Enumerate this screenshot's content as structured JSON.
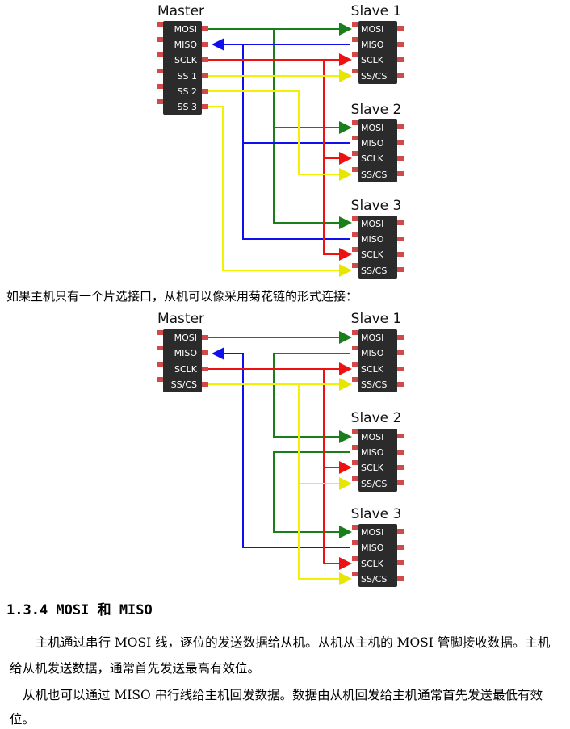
{
  "diagram1": {
    "master_title": "Master",
    "master_pins": [
      "MOSI",
      "MISO",
      "SCLK",
      "SS 1",
      "SS 2",
      "SS 3"
    ],
    "slaves": [
      {
        "title": "Slave 1",
        "pins": [
          "MOSI",
          "MISO",
          "SCLK",
          "SS/CS"
        ]
      },
      {
        "title": "Slave 2",
        "pins": [
          "MOSI",
          "MISO",
          "SCLK",
          "SS/CS"
        ]
      },
      {
        "title": "Slave 3",
        "pins": [
          "MOSI",
          "MISO",
          "SCLK",
          "SS/CS"
        ]
      }
    ]
  },
  "caption": "如果主机只有一个片选接口，从机可以像采用菊花链的形式连接：",
  "diagram2": {
    "master_title": "Master",
    "master_pins": [
      "MOSI",
      "MISO",
      "SCLK",
      "SS/CS"
    ],
    "slaves": [
      {
        "title": "Slave 1",
        "pins": [
          "MOSI",
          "MISO",
          "SCLK",
          "SS/CS"
        ]
      },
      {
        "title": "Slave 2",
        "pins": [
          "MOSI",
          "MISO",
          "SCLK",
          "SS/CS"
        ]
      },
      {
        "title": "Slave 3",
        "pins": [
          "MOSI",
          "MISO",
          "SCLK",
          "SS/CS"
        ]
      }
    ]
  },
  "section_heading": "1.3.4 MOSI 和 MISO",
  "paragraph1_line1": "主机通过串行 MOSI 线，逐位的发送数据给从机。从机从主机的 MOSI 管脚接收数据。主机",
  "paragraph1_line2": "给从机发送数据，通常首先发送最高有效位。",
  "paragraph2_line1": "从机也可以通过 MISO 串行线给主机回发数据。数据由从机回发给主机通常首先发送最低有效",
  "paragraph2_line2": "位。",
  "colors": {
    "mosi": "#1a7f1a",
    "miso": "#1010ee",
    "sclk": "#ee1111",
    "ss": "#f2f200",
    "chip": "#2b2b2b",
    "pin_stub": "#d04a4a"
  }
}
